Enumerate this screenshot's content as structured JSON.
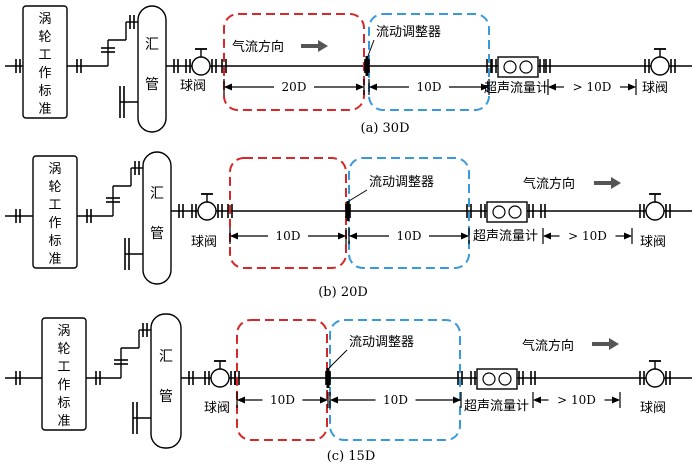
{
  "colors": {
    "red": "#d62828",
    "blue": "#3a9ad9",
    "arrow": "#555555"
  },
  "labels": {
    "standard_chars": [
      "涡",
      "轮",
      "工",
      "作",
      "标",
      "准"
    ],
    "manifold_chars": [
      "汇",
      "管"
    ],
    "ball_valve": "球阀",
    "flow_direction": "气流方向",
    "flow_conditioner": "流动调整器",
    "ultrasonic_meter": "超声流量计"
  },
  "panels": [
    {
      "caption": "(a) 30D",
      "red_dim": "20D",
      "blue_dim": "10D",
      "down_dim": "> 10D"
    },
    {
      "caption": "(b) 20D",
      "red_dim": "10D",
      "blue_dim": "10D",
      "down_dim": "> 10D"
    },
    {
      "caption": "(c) 15D",
      "red_dim": "10D",
      "blue_dim": "10D",
      "down_dim": "> 10D"
    }
  ]
}
